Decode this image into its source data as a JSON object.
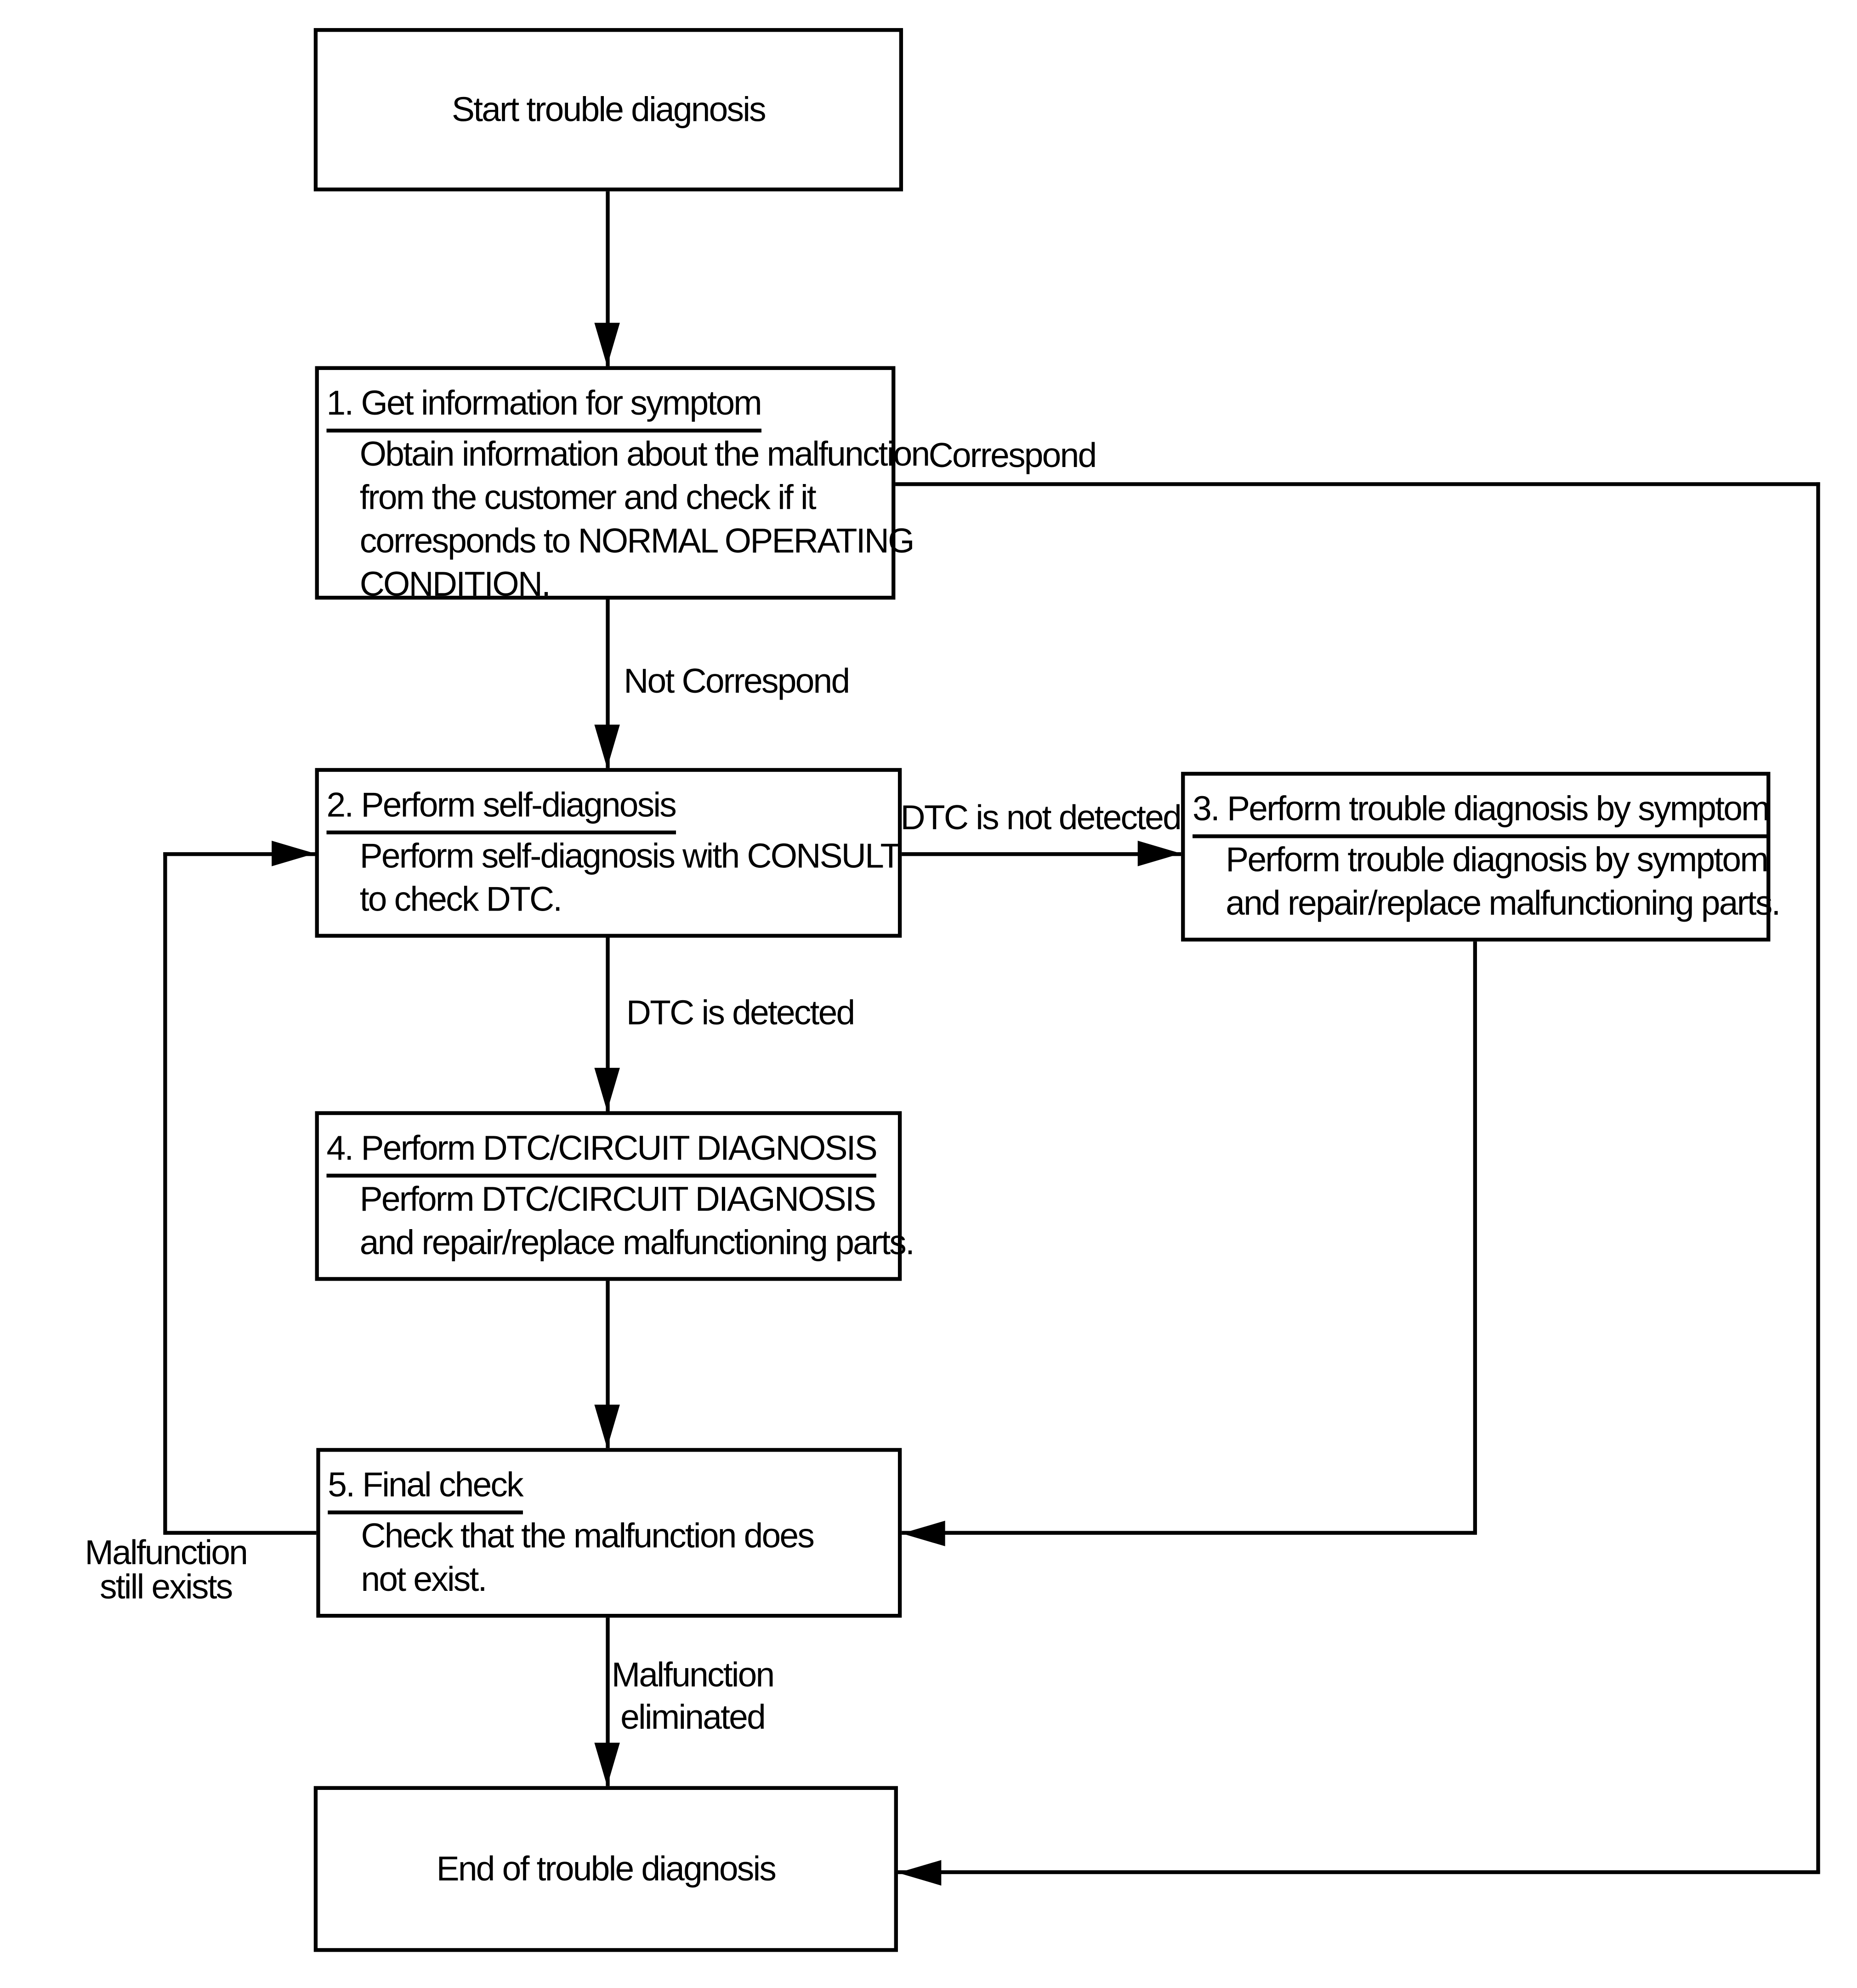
{
  "diagram": {
    "nodes": {
      "start": {
        "text": "Start trouble diagnosis"
      },
      "step1": {
        "title": "1. Get information for symptom",
        "body": [
          "Obtain information about the malfunction",
          "from the customer and check if it",
          "corresponds to NORMAL OPERATING",
          "CONDITION."
        ]
      },
      "step2": {
        "title": "2. Perform self-diagnosis",
        "body": [
          "Perform self-diagnosis with CONSULT",
          "to check DTC."
        ]
      },
      "step3": {
        "title": "3. Perform trouble diagnosis by symptom",
        "body": [
          "Perform trouble diagnosis by symptom",
          "and repair/replace malfunctioning parts."
        ]
      },
      "step4": {
        "title": "4. Perform DTC/CIRCUIT DIAGNOSIS",
        "body": [
          "Perform DTC/CIRCUIT DIAGNOSIS",
          "and repair/replace malfunctioning parts."
        ]
      },
      "step5": {
        "title": "5. Final check",
        "body": [
          "Check that the malfunction does",
          "not exist."
        ]
      },
      "end": {
        "text": "End of trouble diagnosis"
      }
    },
    "edge_labels": {
      "correspond": "Correspond",
      "not_correspond": "Not Correspond",
      "dtc_not_detected": "DTC is not detected",
      "dtc_detected": "DTC is detected",
      "malfunction_still_exists": [
        "Malfunction",
        "still exists"
      ],
      "malfunction_eliminated": [
        "Malfunction",
        "eliminated"
      ]
    },
    "colors": {
      "line": "#000000",
      "background": "#ffffff",
      "text": "#000000"
    }
  }
}
